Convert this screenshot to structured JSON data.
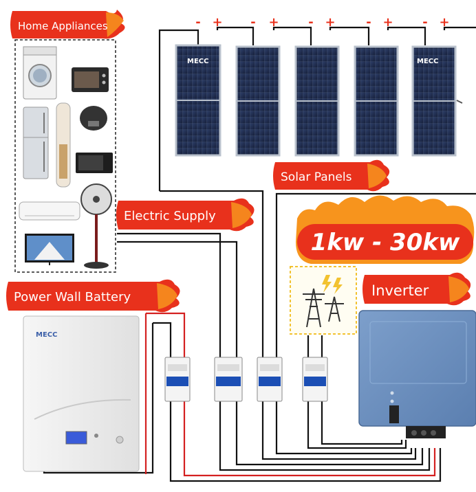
{
  "labels": {
    "home_appliances": "Home Appliances",
    "solar_panels": "Solar Panels",
    "electric_supply": "Electric Supply",
    "power_range": "1kw - 30kw",
    "inverter": "Inverter",
    "power_wall_battery": "Power Wall Battery"
  },
  "brand": {
    "panel_logo": "MECC",
    "battery_logo": "MECC"
  },
  "polarity": {
    "minus": "-",
    "plus": "+"
  },
  "colors": {
    "flag_red": "#e8311c",
    "flag_orange": "#f7941d",
    "panel_cell": "#1f2d4f",
    "inverter_body": "#6c91c0",
    "wire_black": "#111111",
    "wire_red": "#d42020",
    "breaker_blue": "#1c4fb5",
    "grid_icon_frame": "#f2c230"
  }
}
